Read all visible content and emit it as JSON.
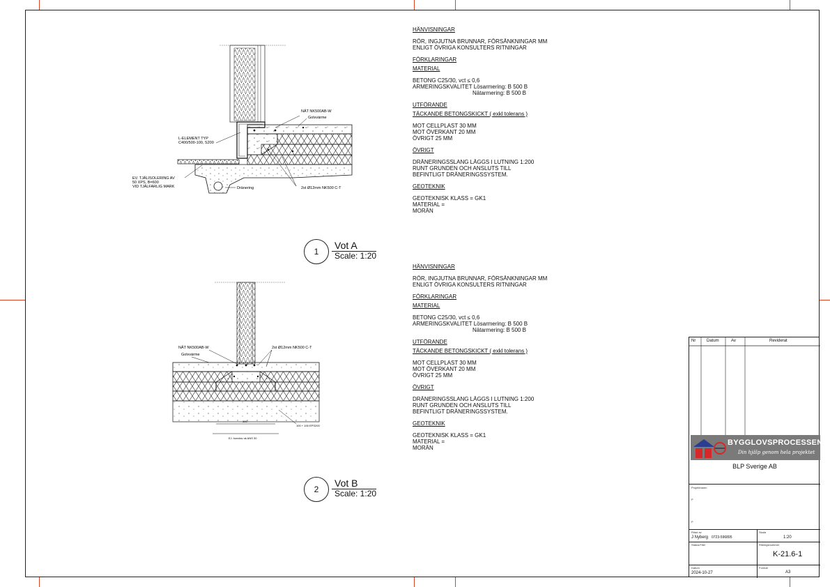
{
  "detail_a": {
    "number": "1",
    "title": "Vot A",
    "scale": "Scale: 1:20",
    "labels": {
      "nat": "NÄT NK500AB-W",
      "golv": "Golvvärme",
      "lelement1": "L-ELEMENT TYP",
      "lelement2": "C400/500-100, S200",
      "tjal1": "EV. TJÄLISOLERING AV",
      "tjal2": "50 XPS, B=600",
      "tjal3": "VID TJÄLFARLIG MARK",
      "dran": "Dränering",
      "rebar": "2st Ø12mm NK500 C-T"
    }
  },
  "detail_b": {
    "number": "2",
    "title": "Vot B",
    "scale": "Scale: 1:20",
    "labels": {
      "nat": "NÄT NK500AB-W",
      "golv": "Golvvärme",
      "rebar": "2st Ø12mm NK500 C-T",
      "dim1": "100 + 100 EPS200",
      "dim2": "300",
      "dim3": "EJ. konclav ok ANS 30"
    }
  },
  "notes": {
    "hanvisningar": "HÄNVISNINGAR",
    "hanv_text1": "RÖR, INGJUTNA BRUNNAR, FÖRSÄNKNINGAR MM",
    "hanv_text2": "ENLIGT ÖVRIGA KONSULTERS RITNINGAR",
    "forklaringar": "FÖRKLARINGAR",
    "material": "MATERIAL",
    "betong": "BETONG C25/30, vct ≤ 0,6",
    "armering": "ARMERINGSKVALITET    Lösarmering: B 500 B",
    "natarmering": "Nätarmering: B 500 B",
    "utforande": "UTFÖRANDE",
    "tackande": "TÄCKANDE BETONGSKICKT ( exkl tolerans )",
    "cellplast": "MOT CELLPLAST  30 MM",
    "overkant": "MOT ÖVERKANT 20 MM",
    "ovrigt_mm": "ÖVRIGT 25 MM",
    "ovrigt": "ÖVRIGT",
    "dran1": "DRÄNERINGSSLANG LÄGGS I LUTNING 1:200",
    "dran2": "RUNT GRUNDEN OCH ANSLUTS TILL",
    "dran3": "BEFINTLIGT DRÄNERINGSSYSTEM.",
    "geoteknik": "GEOTEKNIK",
    "geo1": "GEOTEKNISK KLASS = GK1",
    "geo2": "MATERIAL =",
    "geo3": "MORÄN"
  },
  "title_block": {
    "rev_headers": [
      "Nr",
      "Datum",
      "Av",
      "Reviderat"
    ],
    "logo_text": "BYGGLOVSPROCESSEN",
    "logo_tagline": "Din hjälp genom hela projektet",
    "company": "BLP Sverige AB",
    "field_projekt": "Projektnamn",
    "field_ritad": "Ritad av",
    "drawn_by": "J Nyberg",
    "phone": "0723-596895",
    "field_skala": "Skala",
    "scale": "1:20",
    "field_status": "Status/Titel",
    "field_ritningsnr": "Ritningsnummer",
    "drawing_no": "K-21.6-1",
    "field_datum": "Datum",
    "date": "2024-10-27",
    "field_format": "Format",
    "format": "A3"
  },
  "colors": {
    "logo_bg": "#7a7a7a",
    "logo_roof": "#2a3d8f",
    "logo_red": "#d62828",
    "tick": "#d42a2a"
  }
}
